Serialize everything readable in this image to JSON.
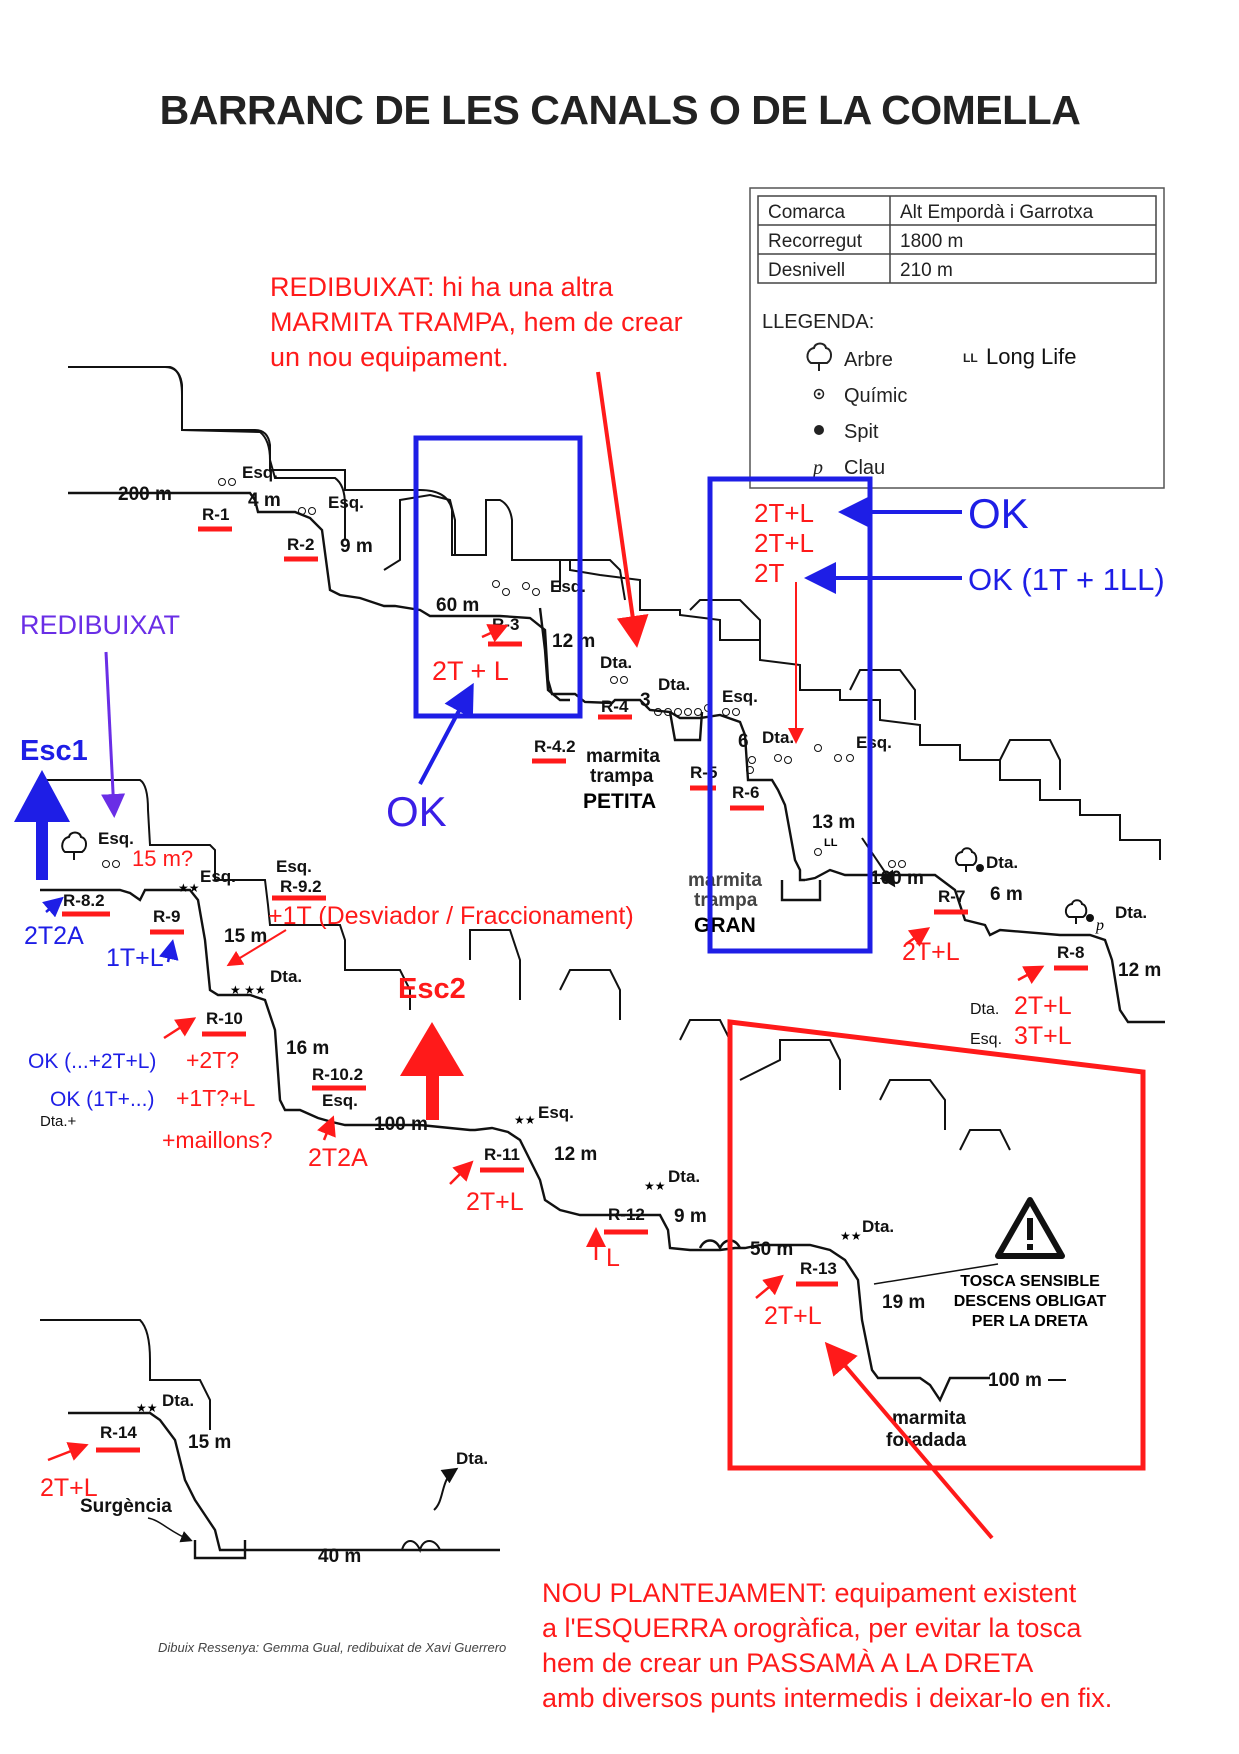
{
  "title": "BARRANC DE LES CANALS O DE LA COMELLA",
  "info_table": [
    {
      "key": "Comarca",
      "value": "Alt Empordà i Garrotxa"
    },
    {
      "key": "Recorregut",
      "value": "1800 m"
    },
    {
      "key": "Desnivell",
      "value": "210 m"
    }
  ],
  "legend": {
    "heading": "LLEGENDA:",
    "items": [
      {
        "icon": "tree-icon",
        "label": "Arbre"
      },
      {
        "icon": "chemical-anchor-icon",
        "label": "Químic"
      },
      {
        "icon": "spit-icon",
        "label": "Spit"
      },
      {
        "icon": "piton-icon",
        "label": "Clau"
      },
      {
        "icon": "long-life-icon",
        "symbol": "LL",
        "label": "Long Life"
      }
    ]
  },
  "rappels": [
    {
      "id": "R-1",
      "height": "4 m",
      "side": "Esq."
    },
    {
      "id": "R-2",
      "height": "9 m",
      "side": "Esq."
    },
    {
      "id": "R-3",
      "height": "12 m",
      "side": "Esq."
    },
    {
      "id": "R-4",
      "height": "3",
      "side": "Dta."
    },
    {
      "id": "R-4.2"
    },
    {
      "id": "R-5",
      "height": "6",
      "side": "Esq."
    },
    {
      "id": "R-6",
      "height": "13 m",
      "side": "Dta."
    },
    {
      "id": "R-7",
      "height": "6 m",
      "side": "Dta."
    },
    {
      "id": "R-8",
      "height": "12 m",
      "side": "Dta."
    },
    {
      "id": "R-8.2",
      "side": "Esq."
    },
    {
      "id": "R-9",
      "height": "15 m",
      "side": "Esq."
    },
    {
      "id": "R-9.2",
      "side": "Esq."
    },
    {
      "id": "R-10",
      "height": "16 m",
      "side": "Dta."
    },
    {
      "id": "R-10.2",
      "side": "Esq."
    },
    {
      "id": "R-11",
      "height": "12 m",
      "side": "Esq."
    },
    {
      "id": "R-12",
      "height": "9 m",
      "side": "Dta."
    },
    {
      "id": "R-13",
      "height": "19 m",
      "side": "Dta."
    },
    {
      "id": "R-14",
      "height": "15 m",
      "side": "Dta."
    }
  ],
  "distances": [
    "200 m",
    "60 m",
    "100 m",
    "100 m",
    "50 m",
    "100 m",
    "40 m"
  ],
  "labels": {
    "marmita_trampa_petita": [
      "marmita",
      "trampa",
      "PETITA"
    ],
    "marmita_trampa_gran": [
      "marmita",
      "trampa",
      "GRAN"
    ],
    "marmita_foradada": [
      "marmita",
      "foradada"
    ],
    "surgencia": "Surgència",
    "dta_exit": "Dta.",
    "q15": "15 m?",
    "warning": [
      "TOSCA SENSIBLE",
      "DESCENS OBLIGAT",
      "PER LA DRETA"
    ],
    "side_dta": "Dta.",
    "side_esq": "Esq.",
    "dta_plus": "Dta.+",
    "ll_small": "LL"
  },
  "annotations": {
    "redibuixat_red": [
      "REDIBUIXAT: hi ha una altra",
      "MARMITA TRAMPA, hem de crear",
      "un nou equipament."
    ],
    "redibuixat_blue": "REDIBUIXAT",
    "esc1": "Esc1",
    "esc2": "Esc2",
    "ok_big_1": "OK",
    "ok_big_2": "OK",
    "ok_1t1ll": "OK (1T + 1LL)",
    "eq_r3": "2T + L",
    "eq_r5_lines": [
      "2T+L",
      "2T+L",
      "2T"
    ],
    "eq_r8_2": "2T2A",
    "eq_r9": "1T+L",
    "eq_r9_2": "+1T (Desviador / Fraccionament)",
    "eq_r10_ok1": "OK (...+2T+L)",
    "eq_r10_a": "+2T?",
    "eq_r10_ok2": "OK (1T+...)",
    "eq_r10_b": "+1T?+L",
    "eq_r10_c": "+maillons?",
    "eq_r10_2": "2T2A",
    "eq_r7": "2T+L",
    "eq_r8_dta": "2T+L",
    "eq_r8_esq": "3T+L",
    "eq_r11": "2T+L",
    "eq_r12": "L",
    "eq_r13": "2T+L",
    "eq_r14": "2T+L",
    "nou_plantejament": [
      "NOU PLANTEJAMENT: equipament existent",
      "a l'ESQUERRA orogràfica, per evitar la tosca",
      "hem de crear un PASSAMÀ A LA DRETA",
      "amb diversos punts intermedis i deixar-lo en fix."
    ]
  },
  "credit": "Dibuix Ressenya: Gemma Gual, redibuixat de Xavi Guerrero",
  "colors": {
    "red": "#ff1a1a",
    "blue": "#1e1ee6",
    "purple": "#6a2ee6",
    "ink": "#111111"
  }
}
